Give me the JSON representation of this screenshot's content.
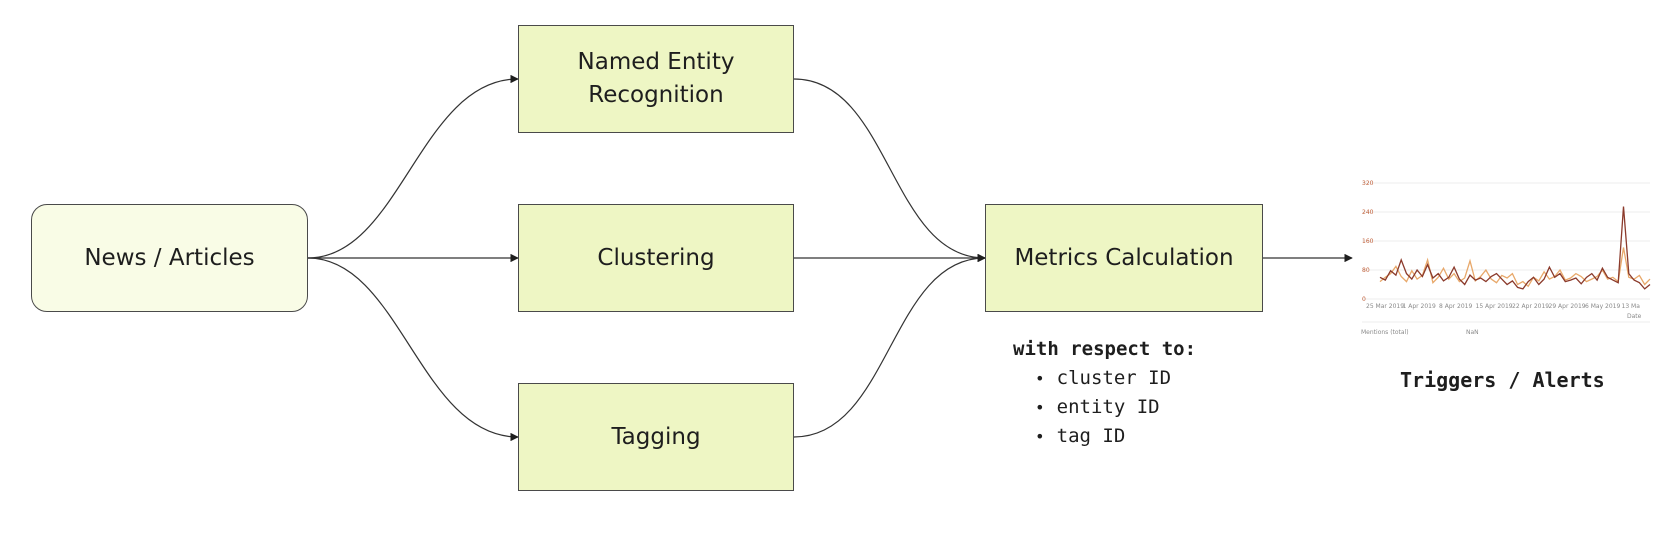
{
  "nodes": {
    "source": "News / Articles",
    "ner": "Named Entity Recognition",
    "clustering": "Clustering",
    "tagging": "Tagging",
    "metrics": "Metrics Calculation"
  },
  "metrics_note": {
    "title": "with respect to:",
    "items": [
      "cluster ID",
      "entity ID",
      "tag ID"
    ]
  },
  "output_label": "Triggers / Alerts",
  "thumbnail": {
    "y_ticks": [
      "320",
      "240",
      "160",
      "80",
      "0"
    ],
    "x_ticks": [
      "25 Mar 2019",
      "1 Apr 2019",
      "8 Apr 2019",
      "15 Apr 2019",
      "22 Apr 2019",
      "29 Apr 2019",
      "6 May 2019",
      "13 Ma"
    ],
    "x_axis_label": "Date",
    "footer_left": "Mentions (total)",
    "footer_right": "NaN",
    "colors": {
      "series_dark": "#8b3a2b",
      "series_light": "#e8a86a",
      "tick_text": "#c0603a"
    },
    "series_dark": [
      60,
      52,
      78,
      66,
      108,
      70,
      55,
      80,
      62,
      95,
      58,
      70,
      50,
      60,
      88,
      55,
      40,
      66,
      52,
      58,
      48,
      62,
      70,
      55,
      40,
      50,
      32,
      28,
      48,
      60,
      40,
      55,
      88,
      60,
      70,
      48,
      52,
      58,
      42,
      60,
      70,
      52,
      85,
      60,
      52,
      45,
      255,
      70,
      52,
      45,
      28,
      40
    ],
    "series_light": [
      48,
      60,
      70,
      90,
      62,
      48,
      78,
      55,
      65,
      108,
      45,
      60,
      85,
      55,
      70,
      48,
      58,
      105,
      50,
      62,
      80,
      55,
      45,
      65,
      58,
      70,
      40,
      48,
      35,
      60,
      50,
      75,
      55,
      62,
      80,
      52,
      58,
      70,
      62,
      48,
      55,
      62,
      80,
      55,
      60,
      48,
      142,
      60,
      55,
      65,
      40,
      55
    ]
  }
}
